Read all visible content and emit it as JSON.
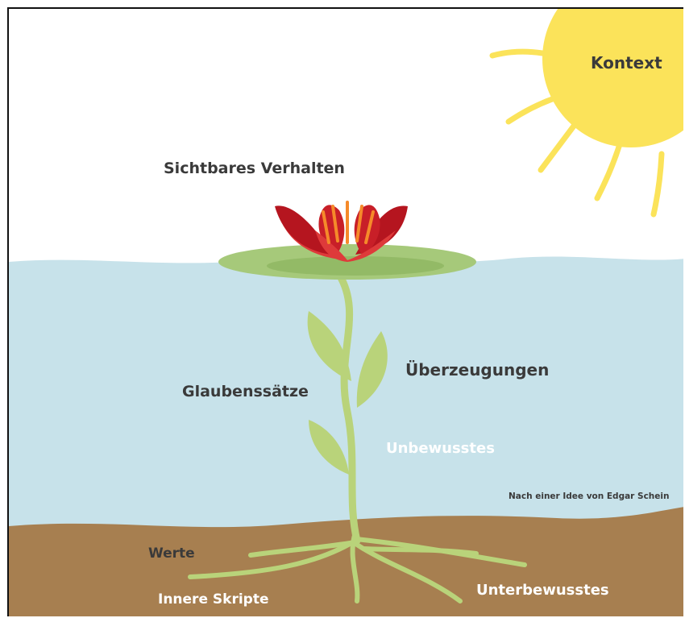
{
  "diagram": {
    "labels": {
      "context": "Kontext",
      "visible_behavior": "Sichtbares Verhalten",
      "convictions": "Überzeugungen",
      "beliefs": "Glaubenssätze",
      "unconscious": "Unbewusstes",
      "credit": "Nach einer Idee von Edgar Schein",
      "values": "Werte",
      "inner_scripts": "Innere Skripte",
      "subconscious": "Unterbewusstes"
    },
    "colors": {
      "sky": "#ffffff",
      "water": "#c7e2ea",
      "soil": "#a77f50",
      "sun": "#fbe35a",
      "petal_dark": "#b5151f",
      "petal_light": "#de3a3a",
      "stamen": "#f58a2a",
      "pad": "#a6c97a",
      "stem": "#b9d37a",
      "text_dark": "#3a3a3a",
      "text_light": "#ffffff"
    }
  }
}
